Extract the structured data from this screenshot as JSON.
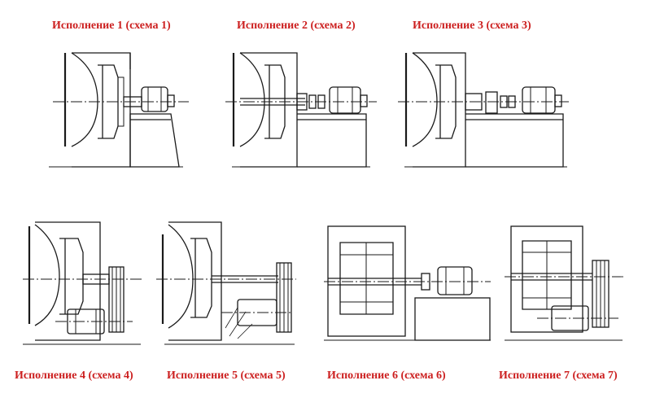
{
  "caption_color": "#cc1f1f",
  "figures": [
    {
      "caption": "Исполнение 1 (схема 1)"
    },
    {
      "caption": "Исполнение 2 (схема 2)"
    },
    {
      "caption": "Исполнение 3 (схема 3)"
    },
    {
      "caption": "Исполнение 4 (схема 4)"
    },
    {
      "caption": "Исполнение 5 (схема 5)"
    },
    {
      "caption": "Исполнение 6 (схема 6)"
    },
    {
      "caption": "Исполнение 7 (схема 7)"
    }
  ]
}
